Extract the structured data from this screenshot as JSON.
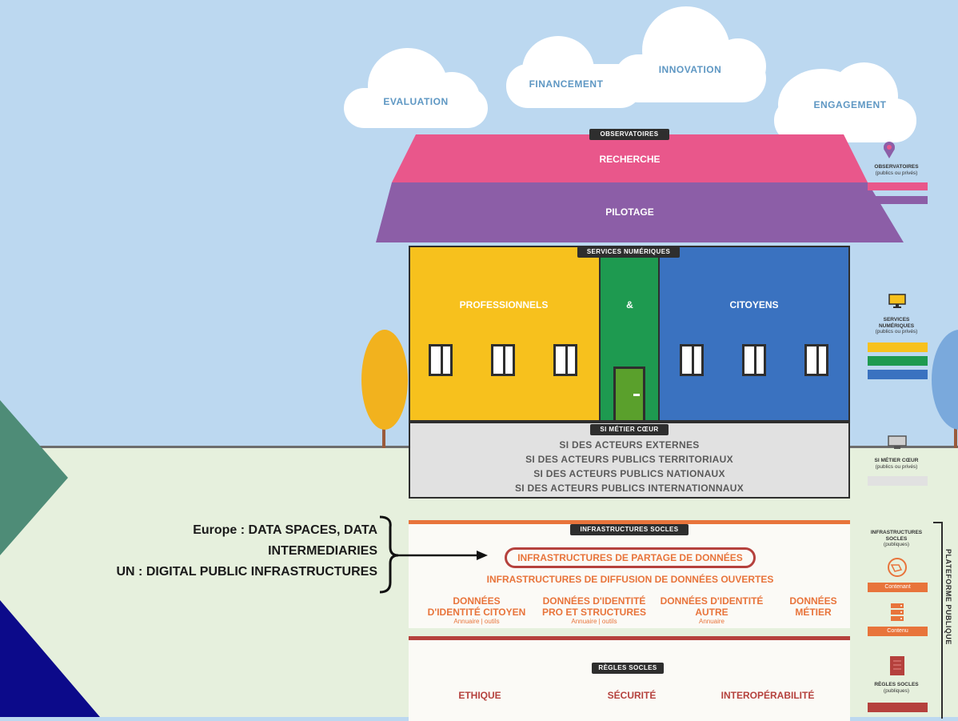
{
  "clouds": [
    "EVALUATION",
    "FINANCEMENT",
    "INNOVATION",
    "ENGAGEMENT"
  ],
  "house": {
    "tag_observatoires": "OBSERVATOIRES",
    "recherche": "RECHERCHE",
    "pilotage": "PILOTAGE",
    "tag_services": "SERVICES NUMÉRIQUES",
    "professionnels": "PROFESSIONNELS",
    "ampersand": "&",
    "citoyens": "CITOYENS",
    "tag_si": "SI MÉTIER CŒUR",
    "si_lines": [
      "SI DES ACTEURS EXTERNES",
      "SI DES ACTEURS PUBLICS TERRITORIAUX",
      "SI DES ACTEURS PUBLICS NATIONAUX",
      "SI DES ACTEURS PUBLICS INTERNATIONNAUX"
    ]
  },
  "infra": {
    "tag": "INFRASTRUCTURES SOCLES",
    "partage": "INFRASTRUCTURES DE PARTAGE DE DONNÉES",
    "diffusion": "INFRASTRUCTURES DE DIFFUSION DE DONNÉES OUVERTES",
    "cols": [
      {
        "title1": "DONNÉES",
        "title2": "D'IDENTITÉ CITOYEN",
        "sub": "Annuaire | outils"
      },
      {
        "title1": "DONNÉES D'IDENTITÉ",
        "title2": "PRO ET STRUCTURES",
        "sub": "Annuaire | outils"
      },
      {
        "title1": "DONNÉES D'IDENTITÉ",
        "title2": "AUTRE",
        "sub": "Annuaire"
      },
      {
        "title1": "DONNÉES",
        "title2": "MÉTIER",
        "sub": ""
      }
    ]
  },
  "regles": {
    "tag": "RÈGLES SOCLES",
    "items": [
      "ETHIQUE",
      "SÉCURITÉ",
      "INTEROPÉRABILITÉ"
    ]
  },
  "annotation": {
    "line1": "Europe : DATA SPACES, DATA",
    "line2": "INTERMEDIARIES",
    "line3": "UN : DIGITAL PUBLIC INFRASTRUCTURES"
  },
  "legend": {
    "observatoires": "OBSERVATOIRES",
    "observatoires_sub": "(publics ou privés)",
    "services1": "SERVICES",
    "services2": "NUMÉRIQUES",
    "services_sub": "(publics ou privés)",
    "si1": "SI MÉTIER CŒUR",
    "si_sub": "(publics ou privés)",
    "infra1": "INFRASTRUCTURES",
    "infra2": "SOCLES",
    "infra_sub": "(publiques)",
    "contenant": "Contenant",
    "contenu": "Contenu",
    "regles1": "RÈGLES SOCLES",
    "regles_sub": "(publiques)",
    "plateforme": "PLATEFORME PUBLIQUE"
  },
  "colors": {
    "recherche": "#e9578b",
    "pilotage": "#8c5ea7",
    "professionnels": "#f7c11d",
    "green": "#1e9a50",
    "citoyens": "#3a72c0",
    "orange": "#e8743b",
    "regles": "#b5413d"
  }
}
